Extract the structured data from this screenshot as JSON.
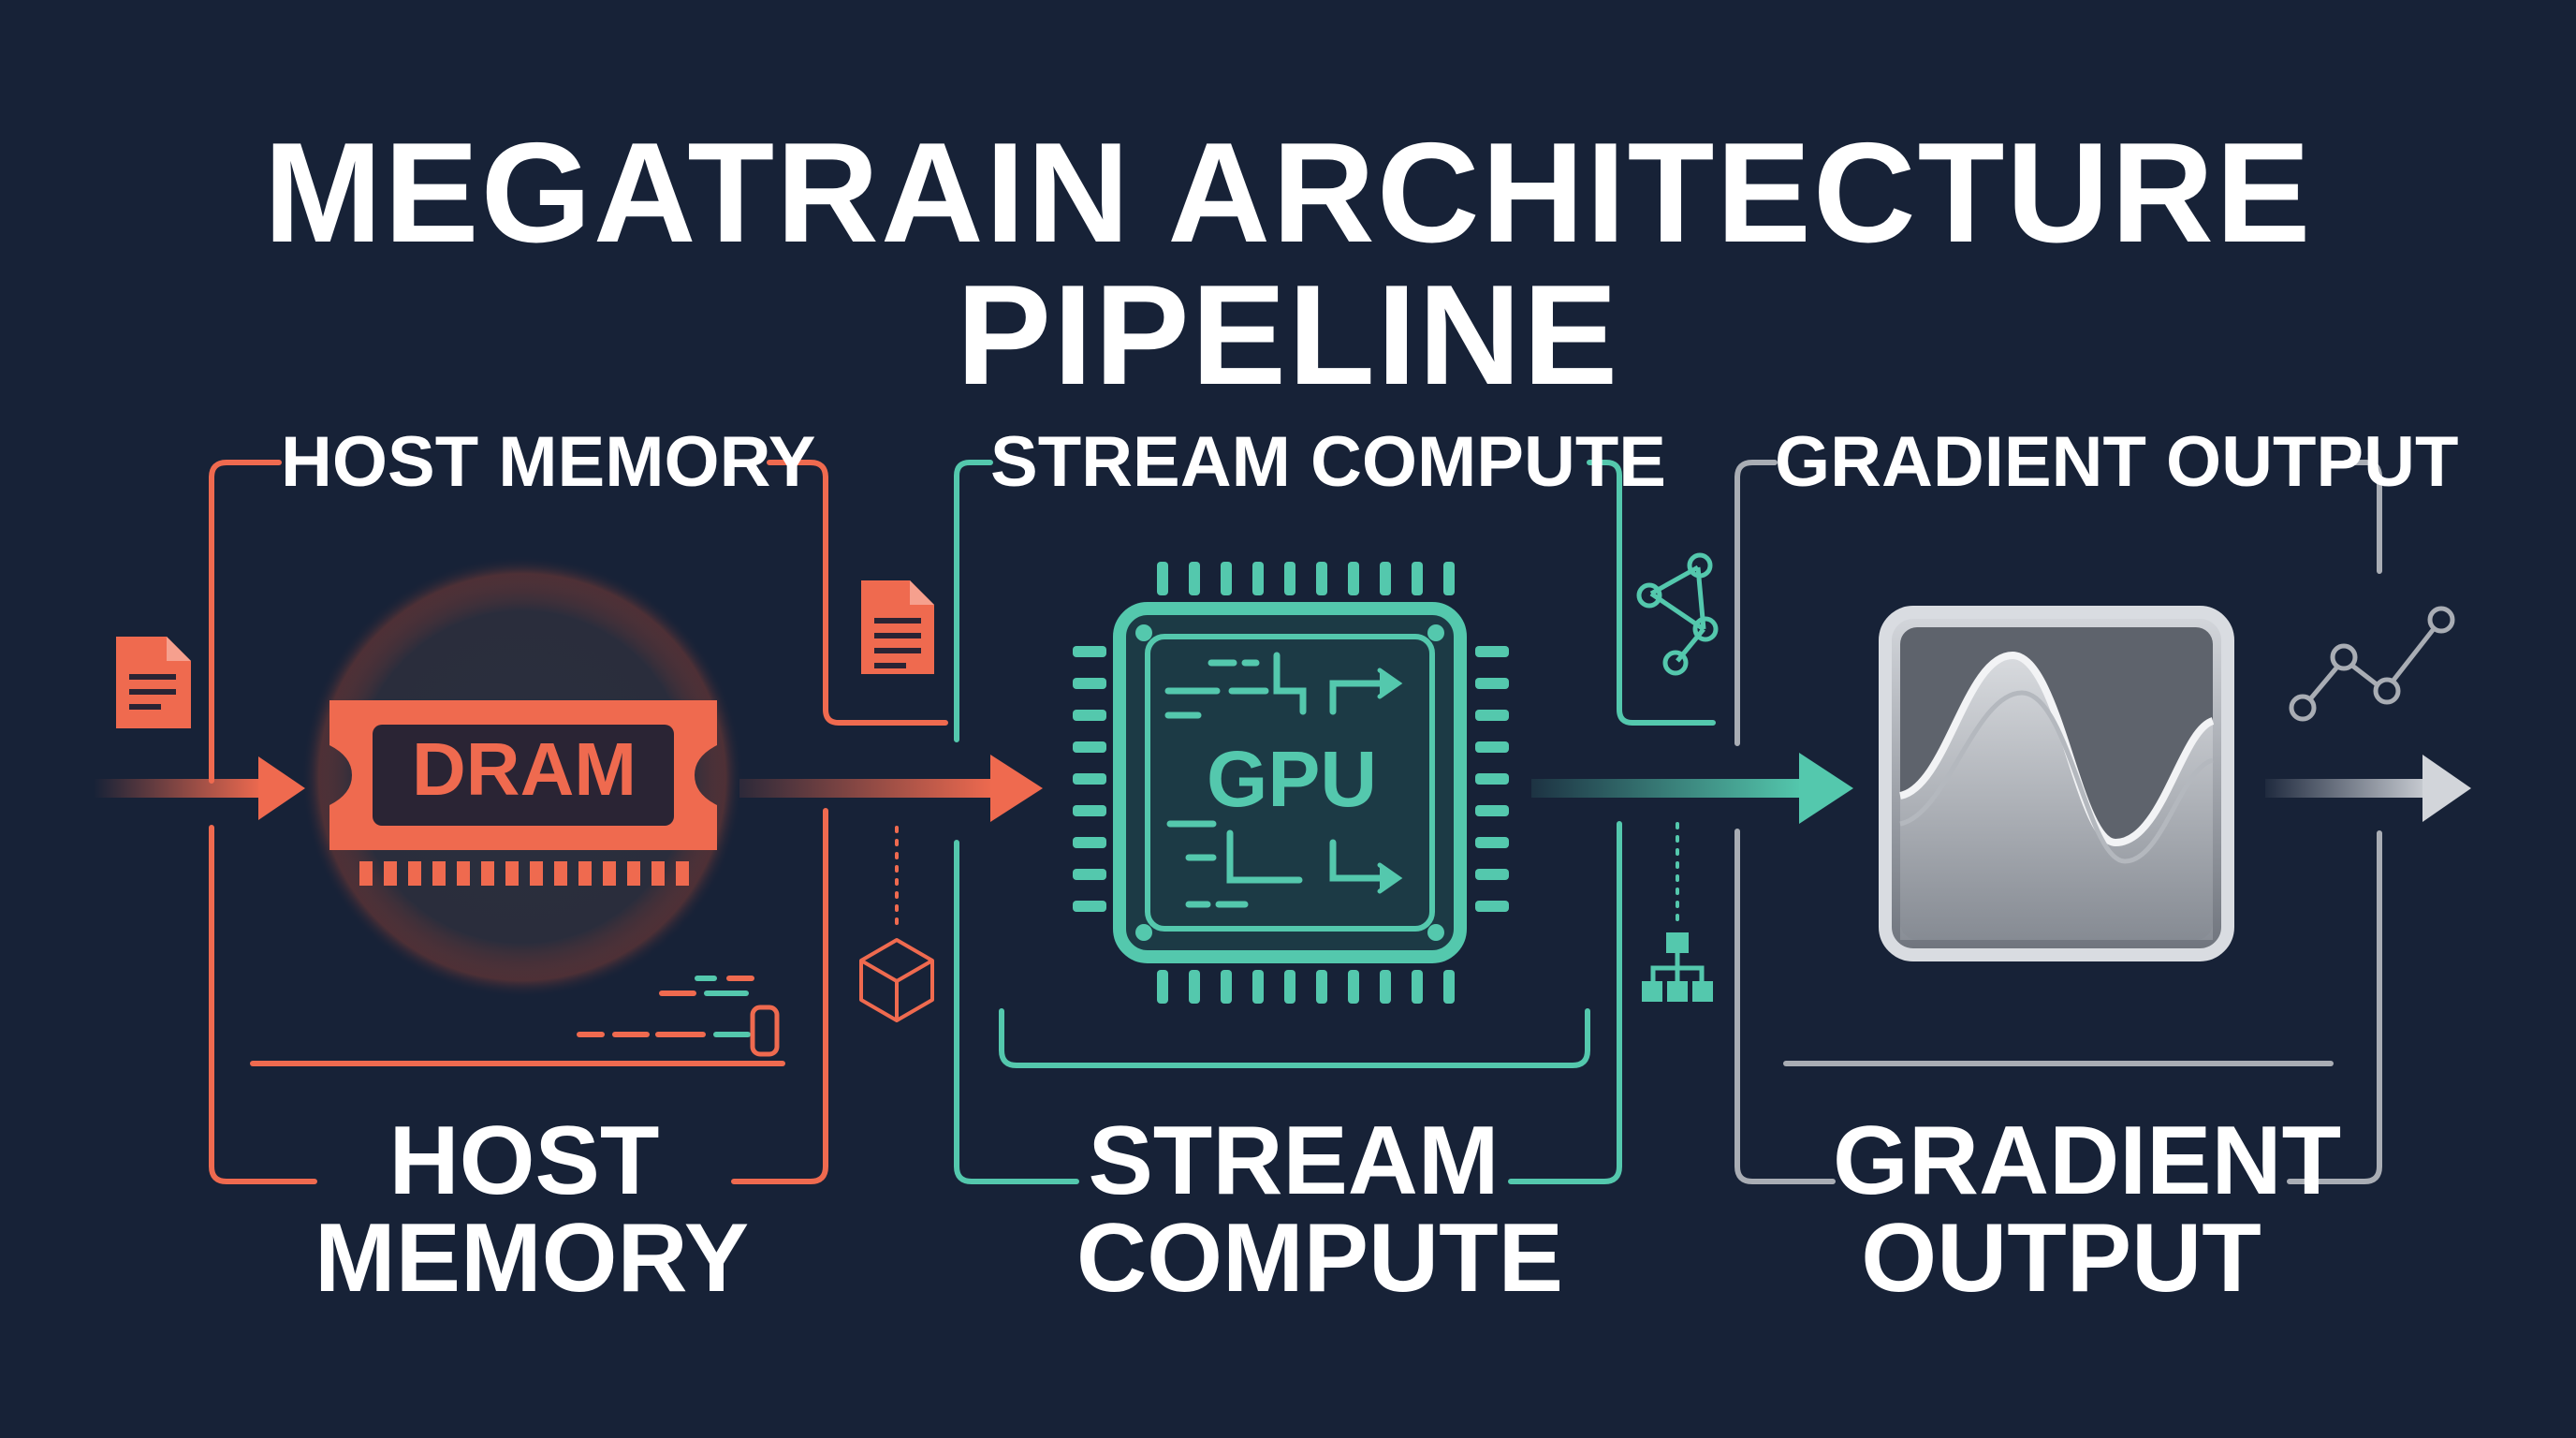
{
  "title": "MEGATRAIN ARCHITECTURE PIPELINE",
  "colors": {
    "background": "#172237",
    "host": "#ef6a4f",
    "compute": "#54c8ad",
    "output": "#a9adb4",
    "text": "#ffffff"
  },
  "panels": [
    {
      "id": "host",
      "header": "HOST MEMORY",
      "footer_line1": "HOST",
      "footer_line2": "MEMORY",
      "chip_label": "DRAM",
      "icons": [
        "document-icon",
        "document-icon",
        "cube-icon",
        "ram-module-icon"
      ]
    },
    {
      "id": "compute",
      "header": "STREAM COMPUTE",
      "footer_line1": "STREAM",
      "footer_line2": "COMPUTE",
      "chip_label": "GPU",
      "icons": [
        "network-graph-icon",
        "hierarchy-icon",
        "processor-chip-icon"
      ]
    },
    {
      "id": "output",
      "header": "GRADIENT OUTPUT",
      "footer_line1": "GRADIENT",
      "footer_line2": "OUTPUT",
      "icons": [
        "waveform-chart-icon",
        "line-chart-icon"
      ]
    }
  ]
}
